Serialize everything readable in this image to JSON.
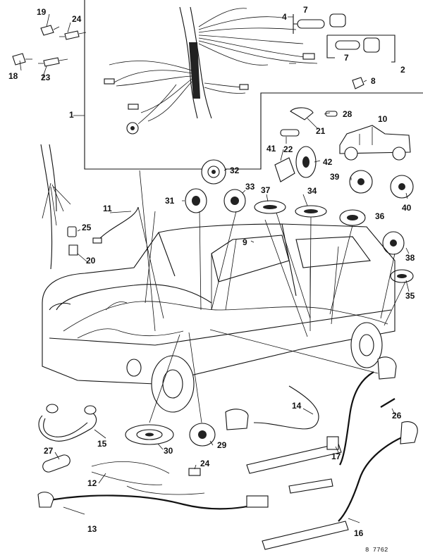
{
  "figure": {
    "reference_code": "8 7762",
    "callouts": [
      {
        "id": "c19",
        "text": "19"
      },
      {
        "id": "c24a",
        "text": "24"
      },
      {
        "id": "c4",
        "text": "4"
      },
      {
        "id": "c7a",
        "text": "7"
      },
      {
        "id": "c7b",
        "text": "7"
      },
      {
        "id": "c2",
        "text": "2"
      },
      {
        "id": "c8",
        "text": "8"
      },
      {
        "id": "c18",
        "text": "18"
      },
      {
        "id": "c23",
        "text": "23"
      },
      {
        "id": "c1",
        "text": "1"
      },
      {
        "id": "c28",
        "text": "28"
      },
      {
        "id": "c10",
        "text": "10"
      },
      {
        "id": "c21",
        "text": "21"
      },
      {
        "id": "c22",
        "text": "22"
      },
      {
        "id": "c41",
        "text": "41"
      },
      {
        "id": "c42",
        "text": "42"
      },
      {
        "id": "c32",
        "text": "32"
      },
      {
        "id": "c39",
        "text": "39"
      },
      {
        "id": "c40",
        "text": "40"
      },
      {
        "id": "c31",
        "text": "31"
      },
      {
        "id": "c33",
        "text": "33"
      },
      {
        "id": "c37",
        "text": "37"
      },
      {
        "id": "c34",
        "text": "34"
      },
      {
        "id": "c11",
        "text": "11"
      },
      {
        "id": "c25",
        "text": "25"
      },
      {
        "id": "c36",
        "text": "36"
      },
      {
        "id": "c9",
        "text": "9"
      },
      {
        "id": "c20",
        "text": "20"
      },
      {
        "id": "c38",
        "text": "38"
      },
      {
        "id": "c35",
        "text": "35"
      },
      {
        "id": "c26",
        "text": "26"
      },
      {
        "id": "c14",
        "text": "14"
      },
      {
        "id": "c15",
        "text": "15"
      },
      {
        "id": "c30",
        "text": "30"
      },
      {
        "id": "c29",
        "text": "29"
      },
      {
        "id": "c17",
        "text": "17"
      },
      {
        "id": "c27",
        "text": "27"
      },
      {
        "id": "c24b",
        "text": "24"
      },
      {
        "id": "c12",
        "text": "12"
      },
      {
        "id": "c13",
        "text": "13"
      },
      {
        "id": "c16",
        "text": "16"
      }
    ]
  }
}
